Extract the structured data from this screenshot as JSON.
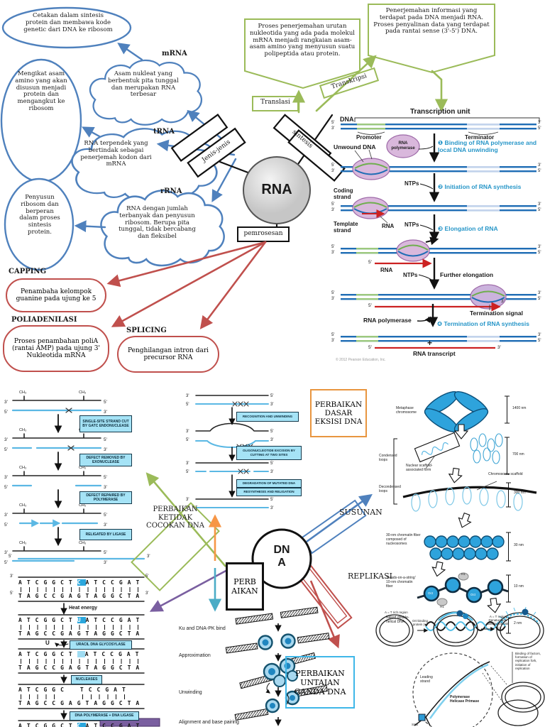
{
  "sym": {
    "p5": "5'",
    "p3": "3'",
    "l53": "5'\n3'",
    "l35": "3'\n5'",
    "ch3": "CH₃",
    "plus": "+",
    "u": "U"
  },
  "colors": {
    "map_blue": "#4f81bd",
    "map_green": "#9bbb59",
    "map_red": "#c0504d",
    "step_blue": "#2796c8",
    "strand_blue": "#1f6db5",
    "rna_red": "#cc2222",
    "cyan_box": "#a5e3f6",
    "orange_border": "#e8953f",
    "cyan_border": "#3fb7e8",
    "purple": "#7a5fa0",
    "fiber_blue": "#2ea3dc"
  },
  "rna_map": {
    "node": "RNA",
    "mrna": "mRNA",
    "trna": "tRNA",
    "rrna": "rRNA",
    "jenis": "Jenis-jenis",
    "sintesis": "sintesis",
    "pemrosesan": "pemrosesan",
    "translasi": "Translasi",
    "transkripsi": "Transkripsi",
    "cetakan": "Cetakan dalam sintesis protein dan membawa kode genetic dari DNA ke ribosom",
    "mengikat": "Mengikat asam amino yang akan disusun menjadi protein dan mengangkut ke ribosom",
    "asam_nukleat": "Asam nukleat yang berbentuk pita tunggal dan merupakan RNA terbesar",
    "terpendek": "RNA terpendek yang bertindak sebagai penerjemah kodon dari mRNA",
    "penyusun": "Penyusun ribosom dan berperan dalam proses sintesis protein.",
    "jumlah": "RNA dengan jumlah terbanyak dan penyusun ribosom. Berupa pita tunggal, tidak bercabang dan fleksibel",
    "translasi_def": "Proses penerjemahan urutan nukleotida yang ada pada molekul mRNA menjadi rangkaian asam-asam amino yang menyusun suatu polipeptida atau protein.",
    "transkripsi_def": "Penerjemahan informasi yang terdapat pada DNA menjadi RNA. Proses penyalinan data yang terdapat pada rantai sense (3'-5') DNA.",
    "capping_title": "CAPPING",
    "capping_text": "Penambaha kelompok guanine pada ujung ke 5",
    "poliadenilasi_title": "POLIADENILASI",
    "poliadenilasi_text": "Proses penambahan poliA (rantai AMP) pada ujung 3' Nukleotida mRNA",
    "splicing_title": "SPLICING",
    "splicing_text": "Penghilangan intron dari precursor RNA"
  },
  "transcription": {
    "dna": "DNA",
    "title": "Transcription unit",
    "promoter": "Promoter",
    "terminator": "Terminator",
    "polymerase": "RNA polymerase",
    "unwound": "Unwound DNA",
    "coding": "Coding strand",
    "template": "Template strand",
    "ntps": "NTPs",
    "rna": "RNA",
    "step1": "❶ Binding of RNA polymerase and local DNA unwinding",
    "step2": "❷ Initiation of RNA synthesis",
    "step3": "❸ Elongation of RNA",
    "further": "Further elongation",
    "step4": "❹ Termination of RNA synthesis",
    "termination_signal": "Termination signal",
    "transcript": "RNA transcript",
    "copyright": "© 2012 Pearson Education, Inc."
  },
  "dna_map": {
    "node": "DNA",
    "perbaikan": "PERBAIKAN",
    "susunan": "SUSUNAN",
    "replikasi": "REPLIKASI",
    "mismatch_title": "PERBAIKAN KETIDAK COCOKAN DNA",
    "eksisi_title": "PERBAIKAN DASAR EKSISI DNA",
    "ganda_title": "PERBAIKAN UNTAIAN GANDA DNA"
  },
  "mismatch": {
    "steps": [
      "SINGLE-SITE STRAND CUT BY GATC ENDONUCLEASE",
      "DEFECT REMOVED BY EXONUCLEASE",
      "DEFECT REPAIRED BY POLYMERASE",
      "RELIGATED BY LIGASE"
    ]
  },
  "base_excision": {
    "top_left": "ATCGGCT",
    "hl_c": "C",
    "hl_u": "U",
    "top_right": "ATCCGAT",
    "bottom": "TAGCCGAGTAGGCTA",
    "gap_left": "ATCGGC",
    "gap_right": "TCCGAT",
    "heat": "Heat energy",
    "boxes": [
      "URACIL DNA GLYCOSYLASE",
      "NUCLEASES",
      "DNA POLYMERASE + DNA LIGASE"
    ]
  },
  "excision": {
    "steps": [
      "RECOGNITION AND UNWINDING",
      "OLIGONUCLEOTIDE EXCISION BY CUTTING AT TWO SITES",
      "DEGRADATION OF MUTATED DNA",
      "RESYNTHESIS AND RELIGATION"
    ]
  },
  "nhej": {
    "steps": [
      "Ku and DNA-PK bind",
      "Approximation",
      "Unwinding",
      "Alignment and base pairing"
    ]
  },
  "chromatin": {
    "metaphase": "Metaphase chromosome",
    "condensed": "Condensed loops",
    "decondensed": "Decondensed loops",
    "scaffold_form": "Nuclear scaffold-associated form",
    "scaffold": "Chromosome scaffold",
    "fiber30": "30-nm chromatin fiber composed of nucleosomes",
    "beads": "'Beads-on-a-string' 10-nm chromatin fiber",
    "naked": "Naked double-helical DNA",
    "scales": [
      "1400 nm",
      "700 nm",
      "300 nm",
      "30 nm",
      "10 nm",
      "2 nm"
    ],
    "h1": "H1",
    "oct": "Oct"
  },
  "replication": {
    "at_rich": "A = T rich region",
    "ori": "Ori-binding protein (●)",
    "denaturation": "A = T region Denaturation; Binding of SSB (+)",
    "binding": "Binding of factors, formation of replication fork, initiation of replication",
    "leading": "Leading strand",
    "enzymes": "Polymerase Helicase Primase",
    "ssb": "SSB"
  }
}
